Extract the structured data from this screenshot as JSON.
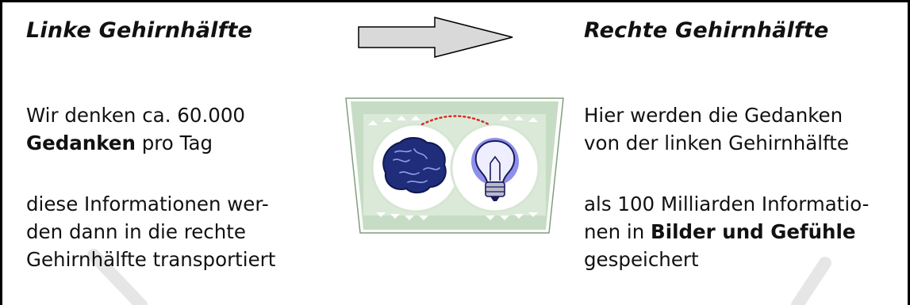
{
  "left": {
    "heading": "Linke Gehirnhälfte",
    "para1_line1": "Wir denken ca. 60.000",
    "para1_bold": "Gedanken",
    "para1_rest": " pro Tag",
    "para2_line1": "diese Informationen wer-",
    "para2_line2": "den dann in die rechte",
    "para2_line3": "Gehirnhälfte transportiert"
  },
  "right": {
    "heading": "Rechte Gehirnhälfte",
    "para1_line1": "Hier werden die Gedanken",
    "para1_line2": "von der linken Gehirnhälfte",
    "para2_line1": "als 100 Milliarden Informatio-",
    "para2_line2_pre": "nen in ",
    "para2_line2_bold": "Bilder und Gefühle",
    "para2_line3": "gespeichert"
  },
  "colors": {
    "frame": "#000000",
    "arrow_fill": "#d9d9d9",
    "panel_green": "#c7dcc4",
    "brain": "#1f2d7a",
    "bulb_glow": "#6b6fd9",
    "dotted_arc": "#dd2222",
    "faint_stroke": "#e6e6e6"
  },
  "icons": {
    "arrow": "right-arrow-icon",
    "brain": "brain-icon",
    "bulb": "lightbulb-icon"
  }
}
